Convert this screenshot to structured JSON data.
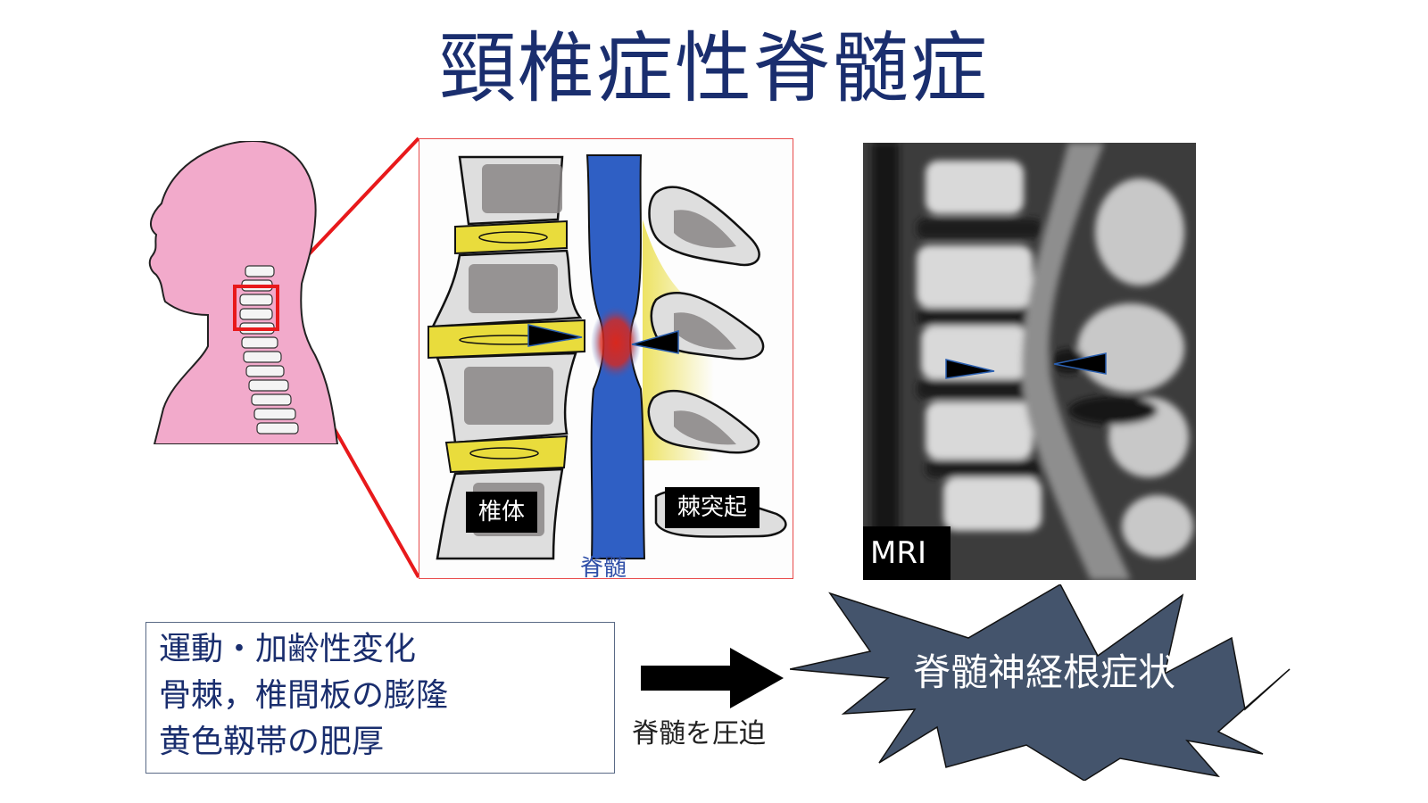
{
  "title": "頸椎症性脊髄症",
  "head_figure": {
    "description": "head-and-neck silhouette with cervical spine",
    "skin_color": "#f2aacb",
    "highlight_box_color": "#e8191b"
  },
  "spine_diagram": {
    "border_color": "#e84a4a",
    "labels": {
      "vertebral_body": "椎体",
      "spinous_process": "棘突起",
      "spinal_cord": "脊髄"
    },
    "colors": {
      "cord": "#2f5fc4",
      "compression": "#d8281e",
      "disc": "#e9dc3c",
      "bone": "#dedede",
      "marrow": "#8a8686"
    }
  },
  "mri": {
    "label": "MRI"
  },
  "causes": {
    "lines": [
      "運動・加齢性変化",
      "骨棘，椎間板の膨隆",
      "黄色靱帯の肥厚"
    ],
    "text_color": "#1a2e6e"
  },
  "arrow": {
    "caption": "脊髄を圧迫"
  },
  "result_burst": {
    "text": "脊髄神経根症状",
    "fill": "#44546c"
  }
}
